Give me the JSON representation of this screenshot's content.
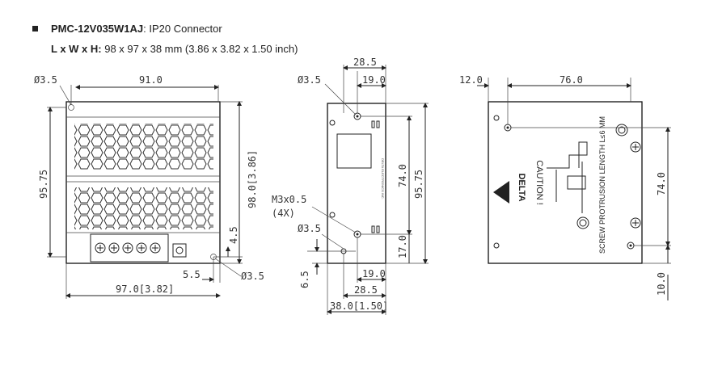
{
  "header": {
    "model": "PMC-12V035W1AJ",
    "model_suffix": ": IP20 Connector",
    "dims_label": "L x W x H:",
    "dims_value": " 98 x 97 x 38 mm (3.86 x 3.82 x 1.50 inch)"
  },
  "front_view": {
    "hole_dia": "Ø3.5",
    "top_width": "91.0",
    "height_left": "95.75",
    "height_right": "98.0[3.86]",
    "offset_4_5": "4.5",
    "offset_5_5": "5.5",
    "hole_dia_bottom": "Ø3.5",
    "bottom_width": "97.0[3.82]"
  },
  "side_view": {
    "hole_dia_top": "Ø3.5",
    "top_28_5": "28.5",
    "top_19_0": "19.0",
    "h_74_0": "74.0",
    "h_95_75": "95.75",
    "h_17_0": "17.0",
    "screw_label": "M3x0.5",
    "screw_qty": "(4X)",
    "hole_dia_mid": "Ø3.5",
    "bot_19_0": "19.0",
    "bot_28_5": "28.5",
    "v_6_5": "6.5",
    "bot_width": "38.0[1.50]",
    "label_text": "DELTA ELECTRONICS INC."
  },
  "back_view": {
    "left_12_0": "12.0",
    "top_76_0": "76.0",
    "h_74_0": "74.0",
    "h_10_0": "10.0",
    "brand": "DELTA",
    "caution": "CAUTION !",
    "screw_note": "SCREW PROTRUSION LENGTH  L≤6 MM"
  }
}
